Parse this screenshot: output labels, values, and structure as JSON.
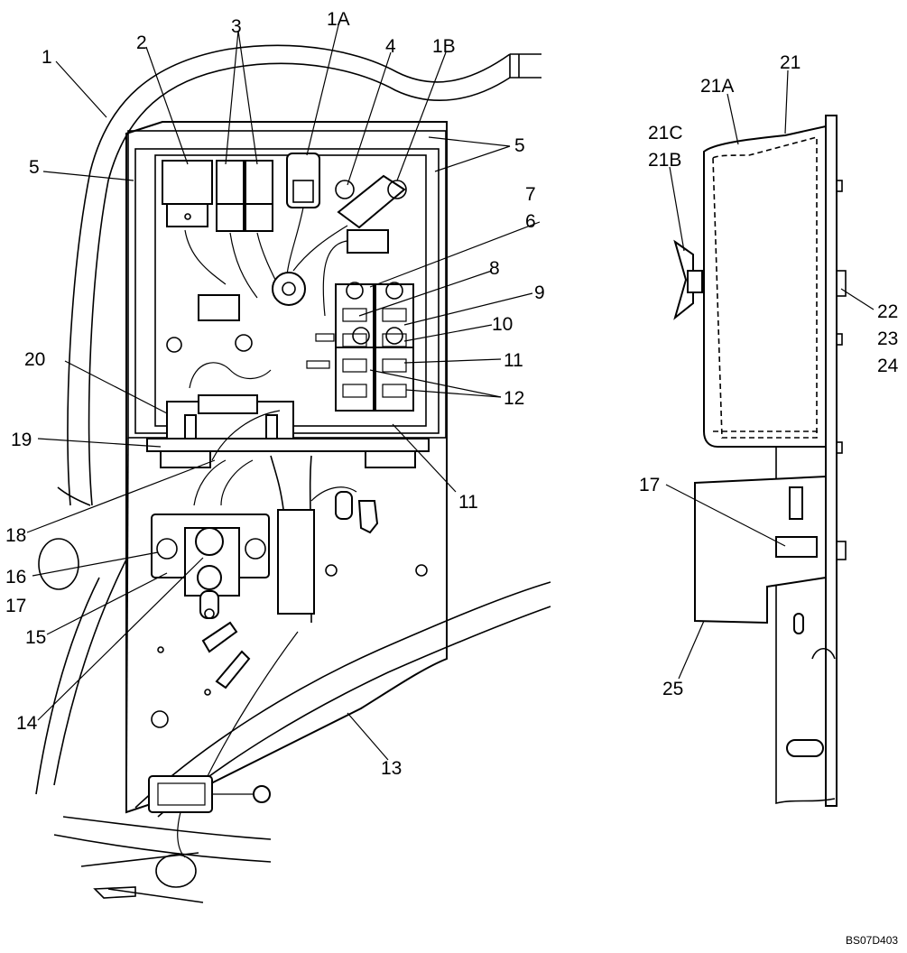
{
  "diagram": {
    "labels": {
      "l1": "1",
      "l1A": "1A",
      "l1B": "1B",
      "l2": "2",
      "l3": "3",
      "l4": "4",
      "l5a": "5",
      "l5b": "5",
      "l6": "6",
      "l7": "7",
      "l8": "8",
      "l9": "9",
      "l10": "10",
      "l11a": "11",
      "l11b": "11",
      "l12": "12",
      "l13": "13",
      "l14": "14",
      "l15": "15",
      "l16": "16",
      "l17a": "17",
      "l17b": "17",
      "l18": "18",
      "l19": "19",
      "l20": "20",
      "l21": "21",
      "l21A": "21A",
      "l21B": "21B",
      "l21C": "21C",
      "l22": "22",
      "l23": "23",
      "l24": "24",
      "l25": "25"
    },
    "drawing_code": "BS07D403"
  }
}
